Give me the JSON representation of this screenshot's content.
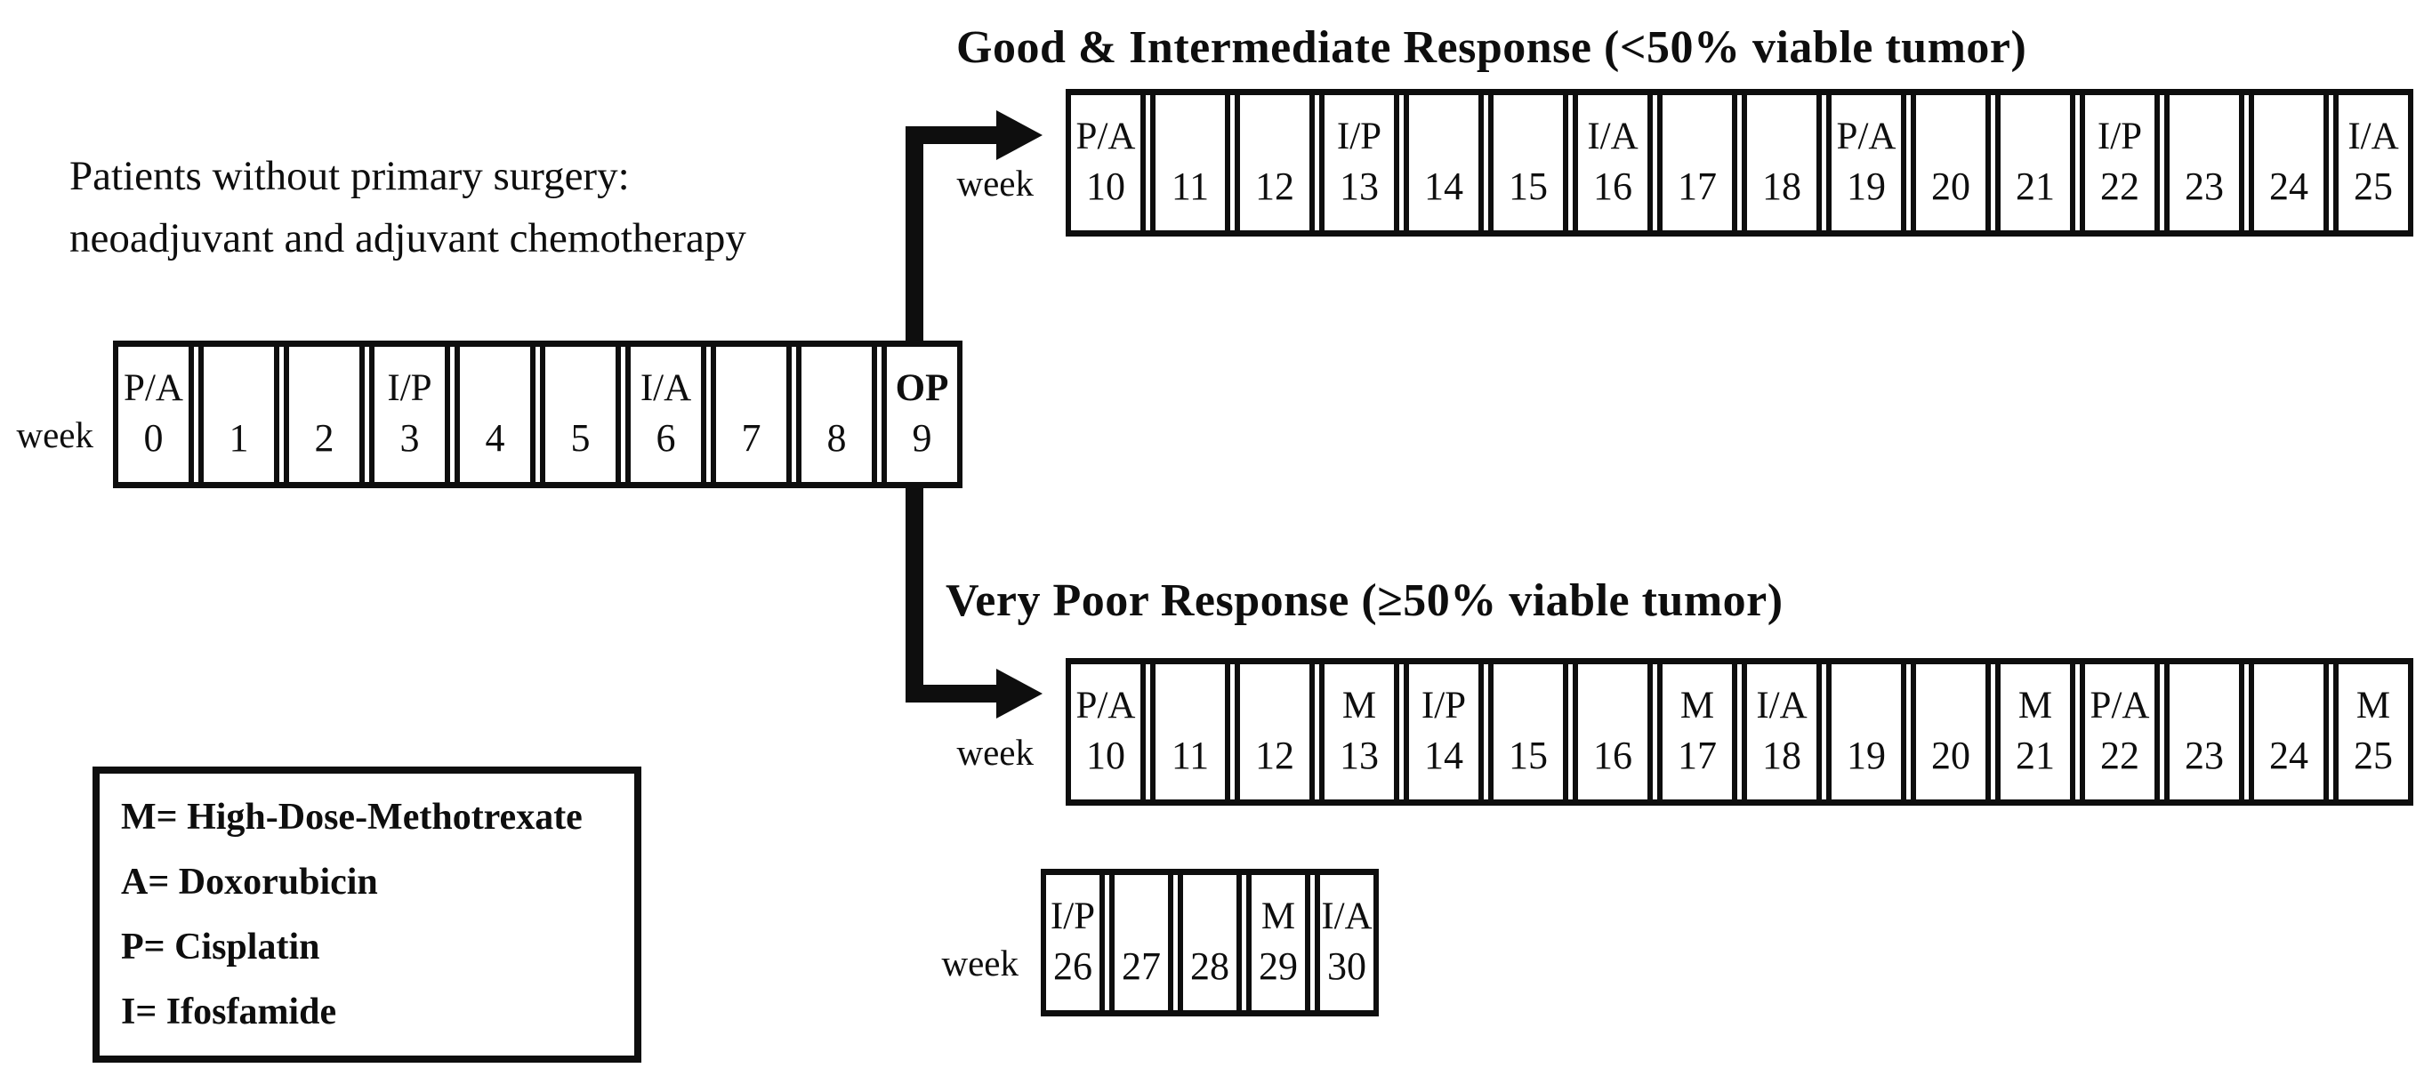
{
  "titles": {
    "good": "Good & Intermediate Response (<50% viable tumor)",
    "poor": "Very Poor Response (≥50% viable tumor)"
  },
  "left_note": {
    "line1": "Patients without primary surgery:",
    "line2": "neoadjuvant and adjuvant chemotherapy"
  },
  "labels": {
    "week": "week"
  },
  "rows": {
    "main": {
      "cells": [
        {
          "week": "0",
          "drug": "P/A"
        },
        {
          "week": "1"
        },
        {
          "week": "2"
        },
        {
          "week": "3",
          "drug": "I/P"
        },
        {
          "week": "4"
        },
        {
          "week": "5"
        },
        {
          "week": "6",
          "drug": "I/A"
        },
        {
          "week": "7"
        },
        {
          "week": "8"
        },
        {
          "week": "9",
          "drug": "OP",
          "emphasis": true
        }
      ]
    },
    "good": {
      "cells": [
        {
          "week": "10",
          "drug": "P/A"
        },
        {
          "week": "11"
        },
        {
          "week": "12"
        },
        {
          "week": "13",
          "drug": "I/P"
        },
        {
          "week": "14"
        },
        {
          "week": "15"
        },
        {
          "week": "16",
          "drug": "I/A"
        },
        {
          "week": "17"
        },
        {
          "week": "18"
        },
        {
          "week": "19",
          "drug": "P/A"
        },
        {
          "week": "20"
        },
        {
          "week": "21"
        },
        {
          "week": "22",
          "drug": "I/P"
        },
        {
          "week": "23"
        },
        {
          "week": "24"
        },
        {
          "week": "25",
          "drug": "I/A"
        }
      ]
    },
    "poor1": {
      "cells": [
        {
          "week": "10",
          "drug": "P/A"
        },
        {
          "week": "11"
        },
        {
          "week": "12"
        },
        {
          "week": "13",
          "drug": "M"
        },
        {
          "week": "14",
          "drug": "I/P"
        },
        {
          "week": "15"
        },
        {
          "week": "16"
        },
        {
          "week": "17",
          "drug": "M"
        },
        {
          "week": "18",
          "drug": "I/A"
        },
        {
          "week": "19"
        },
        {
          "week": "20"
        },
        {
          "week": "21",
          "drug": "M"
        },
        {
          "week": "22",
          "drug": "P/A"
        },
        {
          "week": "23"
        },
        {
          "week": "24"
        },
        {
          "week": "25",
          "drug": "M"
        }
      ]
    },
    "poor2": {
      "cells": [
        {
          "week": "26",
          "drug": "I/P"
        },
        {
          "week": "27"
        },
        {
          "week": "28"
        },
        {
          "week": "29",
          "drug": "M"
        },
        {
          "week": "30",
          "drug": "I/A"
        }
      ]
    }
  },
  "legend": {
    "items": [
      "M= High-Dose-Methotrexate",
      "A= Doxorubicin",
      "P= Cisplatin",
      "I= Ifosfamide"
    ]
  },
  "colors": {
    "ink": "#0e0e0e",
    "background": "#ffffff"
  }
}
